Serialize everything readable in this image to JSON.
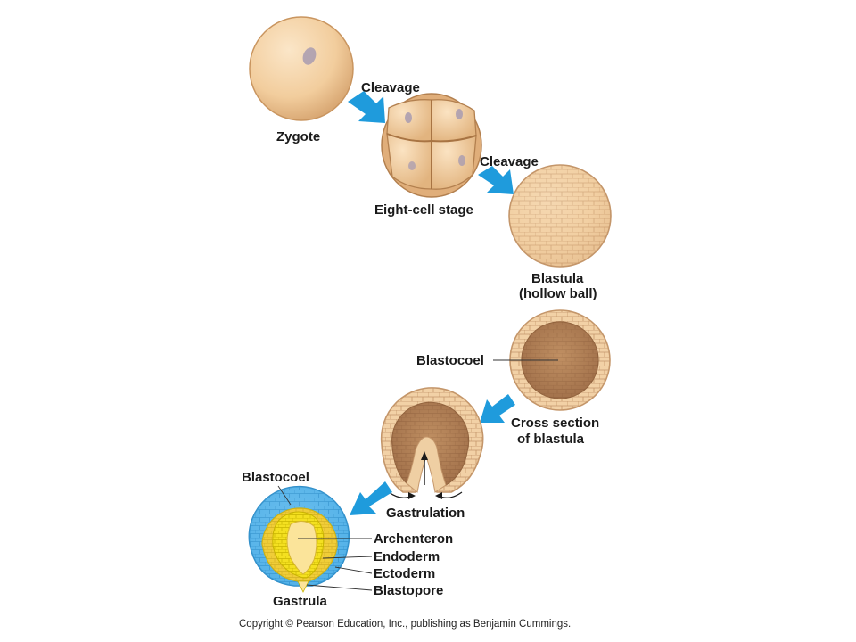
{
  "labels": {
    "zygote": "Zygote",
    "cleavage_1": "Cleavage",
    "eight_cell": "Eight-cell stage",
    "cleavage_2": "Cleavage",
    "blastula_line1": "Blastula",
    "blastula_line2": "(hollow ball)",
    "blastocoel_upper": "Blastocoel",
    "cross_section_line1": "Cross section",
    "cross_section_line2": "of blastula",
    "gastrulation": "Gastrulation",
    "blastocoel_lower": "Blastocoel",
    "archenteron": "Archenteron",
    "endoderm": "Endoderm",
    "ectoderm": "Ectoderm",
    "blastopore": "Blastopore",
    "gastrula": "Gastrula"
  },
  "copyright": "Copyright © Pearson Education, Inc., publishing as Benjamin Cummings.",
  "colors": {
    "arrow": "#1f9bdc",
    "cell_fill": "#f1cfa4",
    "cell_edge": "#b98a5c",
    "blastocoel_fill": "#a9784e",
    "ectoderm": "#5ab4ea",
    "endoderm": "#f3df1c"
  }
}
